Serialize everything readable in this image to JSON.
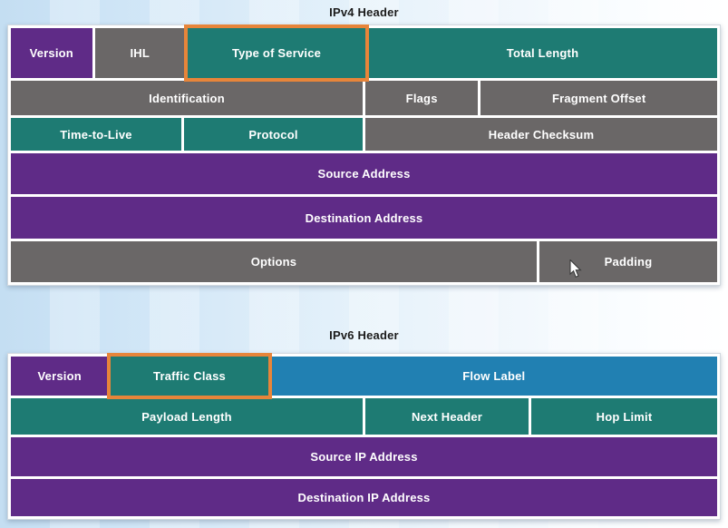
{
  "colors": {
    "purple": "#5f2b87",
    "teal": "#1e7b73",
    "gray": "#6a6767",
    "blue": "#2180b2",
    "orange": "#e7853a",
    "title_text": "#1b1b1b",
    "cell_text": "#ffffff"
  },
  "icons": {
    "cursor": "arrow-pointer"
  },
  "ipv4": {
    "title": "IPv4 Header",
    "rows": [
      {
        "cells": [
          {
            "label": "Version",
            "color": "purple"
          },
          {
            "label": "IHL",
            "color": "gray"
          },
          {
            "label": "Type of Service",
            "color": "teal",
            "highlighted": true
          },
          {
            "label": "Total Length",
            "color": "teal"
          }
        ]
      },
      {
        "cells": [
          {
            "label": "Identification",
            "color": "gray"
          },
          {
            "label": "Flags",
            "color": "gray"
          },
          {
            "label": "Fragment Offset",
            "color": "gray"
          }
        ]
      },
      {
        "cells": [
          {
            "label": "Time-to-Live",
            "color": "teal"
          },
          {
            "label": "Protocol",
            "color": "teal"
          },
          {
            "label": "Header Checksum",
            "color": "gray"
          }
        ]
      },
      {
        "cells": [
          {
            "label": "Source Address",
            "color": "purple"
          }
        ]
      },
      {
        "cells": [
          {
            "label": "Destination Address",
            "color": "purple"
          }
        ]
      },
      {
        "cells": [
          {
            "label": "Options",
            "color": "gray"
          },
          {
            "label": "Padding",
            "color": "gray"
          }
        ]
      }
    ]
  },
  "ipv6": {
    "title": "IPv6 Header",
    "rows": [
      {
        "cells": [
          {
            "label": "Version",
            "color": "purple"
          },
          {
            "label": "Traffic Class",
            "color": "teal",
            "highlighted": true
          },
          {
            "label": "Flow Label",
            "color": "blue"
          }
        ]
      },
      {
        "cells": [
          {
            "label": "Payload Length",
            "color": "teal"
          },
          {
            "label": "Next Header",
            "color": "teal"
          },
          {
            "label": "Hop Limit",
            "color": "teal"
          }
        ]
      },
      {
        "cells": [
          {
            "label": "Source IP Address",
            "color": "purple"
          }
        ]
      },
      {
        "cells": [
          {
            "label": "Destination IP Address",
            "color": "purple"
          }
        ]
      }
    ]
  }
}
